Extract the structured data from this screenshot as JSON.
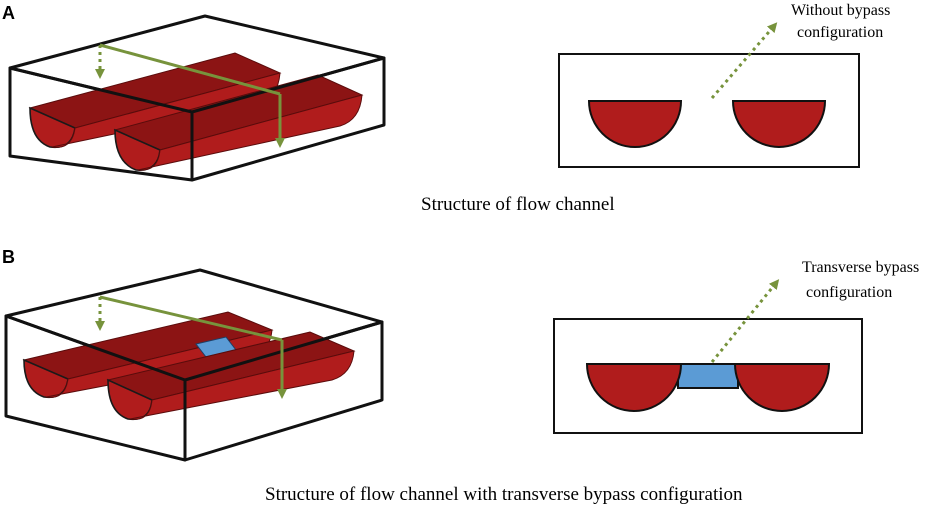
{
  "panels": {
    "a": {
      "label": "A",
      "caption": "Structure of flow channel",
      "note_line1": "Without bypass",
      "note_line2": "configuration"
    },
    "b": {
      "label": "B",
      "caption": "Structure of flow channel with transverse bypass configuration",
      "note_line1": "Transverse bypass",
      "note_line2": "configuration"
    }
  },
  "colors": {
    "rib": "#b01c1c",
    "rib_dark": "#8c1414",
    "bypass": "#5b9bd5",
    "flow_arrow": "#77933c",
    "outline": "#111111"
  }
}
